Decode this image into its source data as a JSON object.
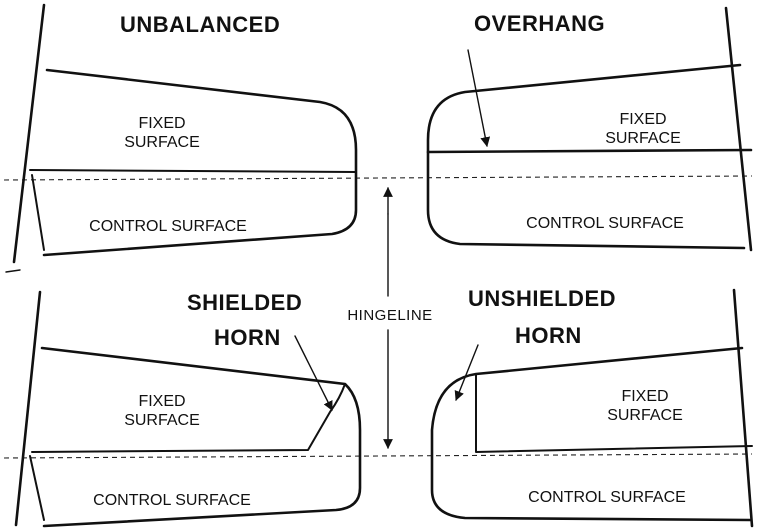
{
  "panels": {
    "unbalanced": {
      "title": "UNBALANCED",
      "fixed_line1": "FIXED",
      "fixed_line2": "SURFACE",
      "control": "CONTROL SURFACE"
    },
    "overhang": {
      "title": "OVERHANG",
      "fixed_line1": "FIXED",
      "fixed_line2": "SURFACE",
      "control": "CONTROL SURFACE"
    },
    "shielded": {
      "title_line1": "SHIELDED",
      "title_line2": "HORN",
      "fixed_line1": "FIXED",
      "fixed_line2": "SURFACE",
      "control": "CONTROL SURFACE"
    },
    "unshielded": {
      "title_line1": "UNSHIELDED",
      "title_line2": "HORN",
      "fixed_line1": "FIXED",
      "fixed_line2": "SURFACE",
      "control": "CONTROL SURFACE"
    }
  },
  "hingeline_label": "HINGELINE"
}
